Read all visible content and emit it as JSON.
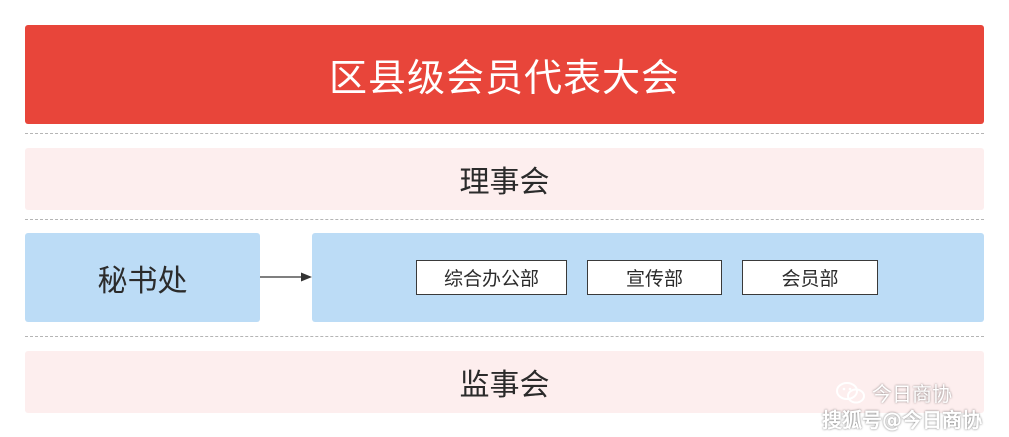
{
  "diagram": {
    "top_title": "区县级会员代表大会",
    "council": "理事会",
    "secretariat": "秘书处",
    "departments": [
      "综合办公部",
      "宣传部",
      "会员部"
    ],
    "supervisory": "监事会"
  },
  "watermark": {
    "line1": "今日商协",
    "line2": "搜狐号@今日商协"
  },
  "colors": {
    "top": "#e8453a",
    "pink": "#fdeeee",
    "blue": "#bcdcf6",
    "dash": "#b5b5b5"
  }
}
